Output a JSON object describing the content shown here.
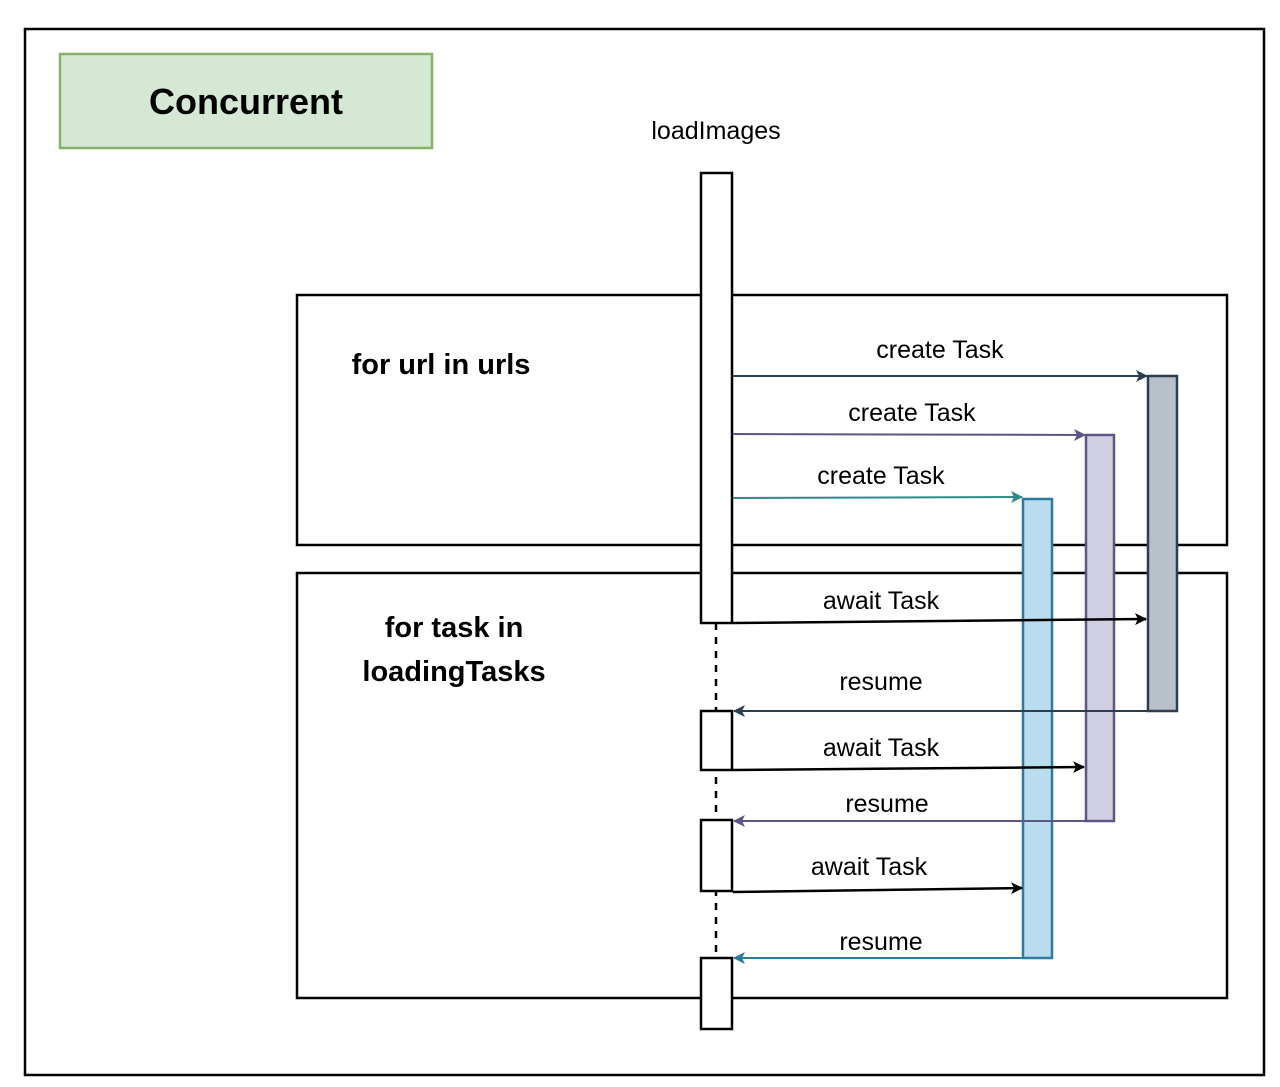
{
  "title": "Concurrent",
  "lifeline": "loadImages",
  "loops": [
    {
      "label": [
        "for url in urls"
      ]
    },
    {
      "label": [
        "for task in",
        "loadingTasks"
      ]
    }
  ],
  "colors": {
    "task_a_border": "#2c3e50",
    "task_a_fill": "#b8c1c9",
    "task_b_border": "#5e5585",
    "task_b_fill": "#d1cfe2",
    "task_c_border": "#2e7a9e",
    "task_c_fill": "#b9dcee",
    "title_fill": "#d5e8d4",
    "title_border": "#82b366",
    "create_c_arrow": "#2e8a8a",
    "await_arrow": "#000000"
  },
  "messages": {
    "create_a": "create Task",
    "create_b": "create Task",
    "create_c": "create Task",
    "await_a": "await Task",
    "resume_a": "resume",
    "await_b": "await Task",
    "resume_b": "resume",
    "await_c": "await Task",
    "resume_c": "resume"
  }
}
